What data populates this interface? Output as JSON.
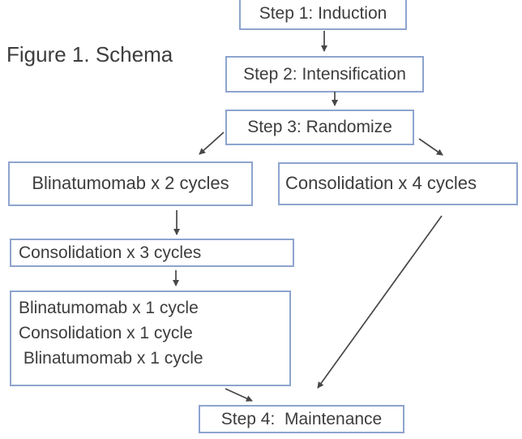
{
  "figure": {
    "caption": "Figure 1. Schema",
    "nodes": {
      "step1": {
        "label": "Step 1: Induction"
      },
      "step2": {
        "label": "Step 2: Intensification"
      },
      "step3": {
        "label": "Step 3: Randomize"
      },
      "blina2": {
        "label": "Blinatumomab x 2 cycles"
      },
      "conso4": {
        "label": "Consolidation x 4 cycles"
      },
      "conso3": {
        "label": "Consolidation x 3 cycles"
      },
      "multi": {
        "lines": [
          "Blinatumomab x 1 cycle",
          "Consolidation x 1 cycle",
          " Blinatumomab x 1 cycle"
        ]
      },
      "step4": {
        "label": "Step 4:  Maintenance"
      }
    },
    "edges": [
      {
        "from": "Step 1: Induction",
        "to": "Step 2: Intensification"
      },
      {
        "from": "Step 2: Intensification",
        "to": "Step 3: Randomize"
      },
      {
        "from": "Step 3: Randomize",
        "to": "Blinatumomab x 2 cycles"
      },
      {
        "from": "Step 3: Randomize",
        "to": "Consolidation x 4 cycles"
      },
      {
        "from": "Blinatumomab x 2 cycles",
        "to": "Consolidation x 3 cycles"
      },
      {
        "from": "Consolidation x 3 cycles",
        "to": "Blinatumomab/Consolidation/Blinatumomab x 1 cycle block"
      },
      {
        "from": "Blinatumomab/Consolidation/Blinatumomab x 1 cycle block",
        "to": "Step 4:  Maintenance"
      },
      {
        "from": "Consolidation x 4 cycles",
        "to": "Step 4:  Maintenance"
      }
    ],
    "colors": {
      "box_border": "#8da4cf",
      "text": "#3d3d3d",
      "arrow": "#474747",
      "background": "#ffffff"
    }
  }
}
